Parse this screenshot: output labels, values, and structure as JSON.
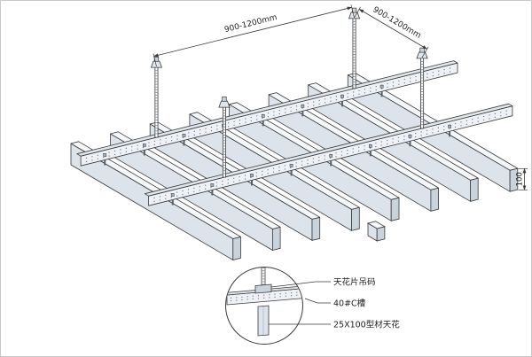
{
  "dimensions": {
    "hanger_spacing_along_carrier": "900-1200mm",
    "carrier_spacing": "900-1200mm",
    "panel_height": "100"
  },
  "detail": {
    "labels": [
      "天花片吊码",
      "40#C槽",
      "25X100型材天花"
    ]
  },
  "colors": {
    "line": "#3a3a3a",
    "panel_side": "#dce3ea",
    "panel_top": "#f4f7fa",
    "panel_end": "#c9d3dc",
    "channel_web": "#eef2f6",
    "channel_flange": "#dfe6ec",
    "background": "#ffffff"
  }
}
